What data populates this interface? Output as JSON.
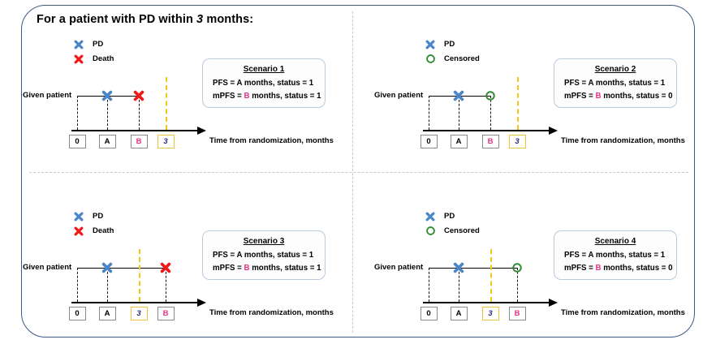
{
  "title": {
    "pre": "For a patient with PD within ",
    "num": "3",
    "post": " months:"
  },
  "colors": {
    "frame": "#3c5a86",
    "pd_blue": "#4a86c8",
    "death_red": "#f01818",
    "censored_green": "#2e8b2e",
    "b_magenta": "#e8308a",
    "three_yellow": "#f5c518",
    "divider": "#c9c9c9",
    "box_border": "#b9cbdd"
  },
  "axis_caption": "Time from randomization, months",
  "given_patient_label": "Given patient",
  "legend_labels": {
    "pd": "PD",
    "death": "Death",
    "censored": "Censored"
  },
  "tick_labels": {
    "zero": "0",
    "a": "A",
    "b": "B",
    "three": "3"
  },
  "panels": [
    {
      "id": "scenario-1",
      "legend": [
        {
          "icon": "x-marker-blue-icon",
          "label": "PD",
          "type": "x",
          "color": "#4a86c8"
        },
        {
          "icon": "x-marker-red-icon",
          "label": "Death",
          "type": "x",
          "color": "#f01818"
        }
      ],
      "box": {
        "title": "Scenario 1",
        "line1": "PFS = A months, status = 1",
        "mpfs_prefix": "mPFS = ",
        "mpfs_b": "B",
        "mpfs_suffix": " months, status = 1"
      },
      "events": [
        {
          "name": "pd-marker",
          "type": "x",
          "color": "#4a86c8",
          "tick": "a"
        },
        {
          "name": "death-marker",
          "type": "x",
          "color": "#f01818",
          "tick": "b"
        }
      ],
      "ticks": [
        {
          "label": "0",
          "style": "plain"
        },
        {
          "label": "A",
          "style": "plain"
        },
        {
          "label": "B",
          "style": "pink"
        },
        {
          "label": "3",
          "style": "yellow"
        }
      ]
    },
    {
      "id": "scenario-2",
      "legend": [
        {
          "icon": "x-marker-blue-icon",
          "label": "PD",
          "type": "x",
          "color": "#4a86c8"
        },
        {
          "icon": "circle-marker-green-icon",
          "label": "Censored",
          "type": "circle",
          "color": "#2e8b2e"
        }
      ],
      "box": {
        "title": "Scenario 2",
        "line1": "PFS = A months, status = 1",
        "mpfs_prefix": "mPFS = ",
        "mpfs_b": "B",
        "mpfs_suffix": " months, status = 0"
      },
      "events": [
        {
          "name": "pd-marker",
          "type": "x",
          "color": "#4a86c8",
          "tick": "a"
        },
        {
          "name": "censored-marker",
          "type": "circle",
          "color": "#2e8b2e",
          "tick": "b"
        }
      ],
      "ticks": [
        {
          "label": "0",
          "style": "plain"
        },
        {
          "label": "A",
          "style": "plain"
        },
        {
          "label": "B",
          "style": "pink"
        },
        {
          "label": "3",
          "style": "yellow"
        }
      ]
    },
    {
      "id": "scenario-3",
      "legend": [
        {
          "icon": "x-marker-blue-icon",
          "label": "PD",
          "type": "x",
          "color": "#4a86c8"
        },
        {
          "icon": "x-marker-red-icon",
          "label": "Death",
          "type": "x",
          "color": "#f01818"
        }
      ],
      "box": {
        "title": "Scenario 3",
        "line1": "PFS = A months, status = 1",
        "mpfs_prefix": "mPFS = ",
        "mpfs_b": "B",
        "mpfs_suffix": " months, status = 1"
      },
      "events": [
        {
          "name": "pd-marker",
          "type": "x",
          "color": "#4a86c8",
          "tick": "a"
        },
        {
          "name": "death-marker",
          "type": "x",
          "color": "#f01818",
          "tick": "b"
        }
      ],
      "ticks": [
        {
          "label": "0",
          "style": "plain"
        },
        {
          "label": "A",
          "style": "plain"
        },
        {
          "label": "3",
          "style": "yellow"
        },
        {
          "label": "B",
          "style": "pink"
        }
      ]
    },
    {
      "id": "scenario-4",
      "legend": [
        {
          "icon": "x-marker-blue-icon",
          "label": "PD",
          "type": "x",
          "color": "#4a86c8"
        },
        {
          "icon": "circle-marker-green-icon",
          "label": "Censored",
          "type": "circle",
          "color": "#2e8b2e"
        }
      ],
      "box": {
        "title": "Scenario 4",
        "line1": "PFS = A months, status = 1",
        "mpfs_prefix": "mPFS = ",
        "mpfs_b": "B",
        "mpfs_suffix": " months, status = 0"
      },
      "events": [
        {
          "name": "pd-marker",
          "type": "x",
          "color": "#4a86c8",
          "tick": "a"
        },
        {
          "name": "censored-marker",
          "type": "circle",
          "color": "#2e8b2e",
          "tick": "b"
        }
      ],
      "ticks": [
        {
          "label": "0",
          "style": "plain"
        },
        {
          "label": "A",
          "style": "plain"
        },
        {
          "label": "3",
          "style": "yellow"
        },
        {
          "label": "B",
          "style": "pink"
        }
      ]
    }
  ]
}
